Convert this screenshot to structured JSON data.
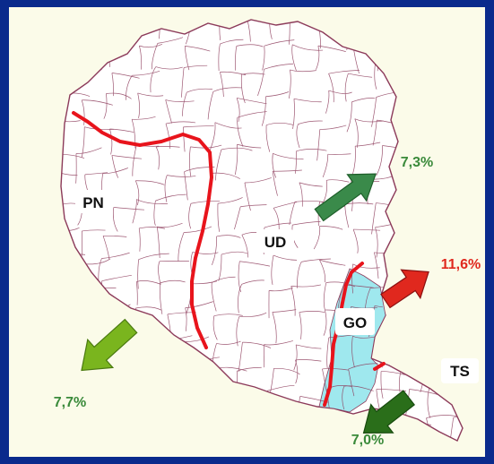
{
  "map": {
    "provinces": [
      {
        "code": "PN"
      },
      {
        "code": "UD"
      },
      {
        "code": "GO"
      },
      {
        "code": "TS"
      }
    ],
    "flows": [
      {
        "value": "7,3%",
        "color": "#3a8a4a"
      },
      {
        "value": "11,6%",
        "color": "#e0281e"
      },
      {
        "value": "7,7%",
        "color": "#7ab51e"
      },
      {
        "value": "7,0%",
        "color": "#2a6e1a"
      }
    ],
    "colors": {
      "background": "#fbfbe9",
      "frame": "#0a2a8c",
      "region_fill": "#ffffff",
      "municipal_borders": "#8c3a5a",
      "province_borders": "#e8141c",
      "gorizia_fill": "#9fe8ee",
      "positive_label": "#3a8a3a",
      "highlight_label": "#e0281e"
    }
  }
}
